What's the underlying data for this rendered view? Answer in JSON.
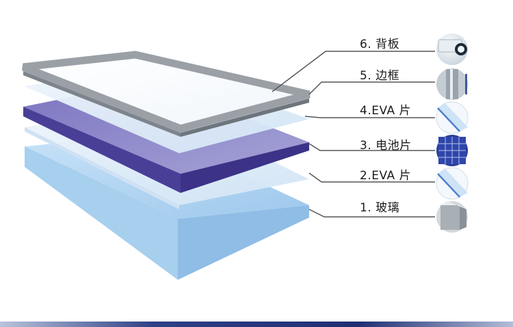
{
  "layers": [
    {
      "label": "6. 背板",
      "thumbnail_icon": "backsheet-thumbnail-icon"
    },
    {
      "label": "5. 边框",
      "thumbnail_icon": "frame-thumbnail-icon"
    },
    {
      "label": "4.EVA 片",
      "thumbnail_icon": "eva-film-thumbnail-icon"
    },
    {
      "label": "3. 电池片",
      "thumbnail_icon": "solar-cell-thumbnail-icon"
    },
    {
      "label": "2.EVA 片",
      "thumbnail_icon": "eva-film-thumbnail-icon"
    },
    {
      "label": "1. 玻璃",
      "thumbnail_icon": "glass-thumbnail-icon"
    }
  ],
  "colors": {
    "glass": "#a9cfee",
    "eva": "#d8e8f7",
    "cell": "#8a86c6",
    "frame": "#9aa0a6",
    "leader_line": "#555555",
    "bottom_bar": "#1f2f74"
  }
}
